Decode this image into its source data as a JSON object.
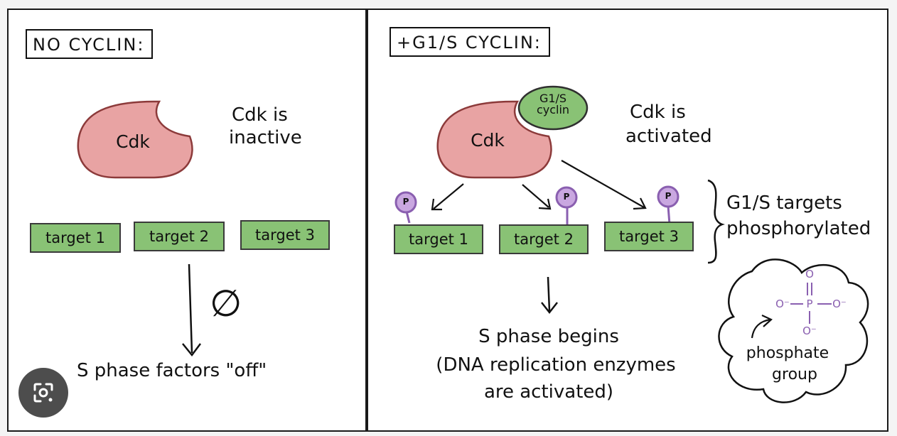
{
  "left_panel": {
    "title": "NO CYCLIN:",
    "cdk_label": "Cdk",
    "status_line1": "Cdk is",
    "status_line2": "inactive",
    "targets": [
      "target 1",
      "target 2",
      "target 3"
    ],
    "null_symbol": "∅",
    "result": "S phase factors \"off\""
  },
  "right_panel": {
    "title": "+G1/S CYCLIN:",
    "cdk_label": "Cdk",
    "cyclin_line1": "G1/S",
    "cyclin_line2": "cyclin",
    "status_line1": "Cdk is",
    "status_line2": "activated",
    "phospho_badge": "P",
    "targets": [
      "target 1",
      "target 2",
      "target 3"
    ],
    "targets_note_line1": "G1/S targets",
    "targets_note_line2": "phosphorylated",
    "result_line1": "S phase begins",
    "result_line2": "(DNA replication enzymes",
    "result_line3": "are activated)",
    "phosphate": {
      "o_top": "O",
      "o_left": "O⁻",
      "p": "P",
      "o_right": "O⁻",
      "o_bottom": "O⁻",
      "label_line1": "phosphate",
      "label_line2": "group"
    }
  },
  "colors": {
    "cdk_fill": "#e8a3a3",
    "cyclin_fill": "#89c275",
    "target_fill": "#89c275",
    "phospho_fill": "#c9a7e0",
    "phospho_stroke": "#8a5fb0"
  },
  "icons": {
    "lens_button": "google-lens-icon"
  }
}
